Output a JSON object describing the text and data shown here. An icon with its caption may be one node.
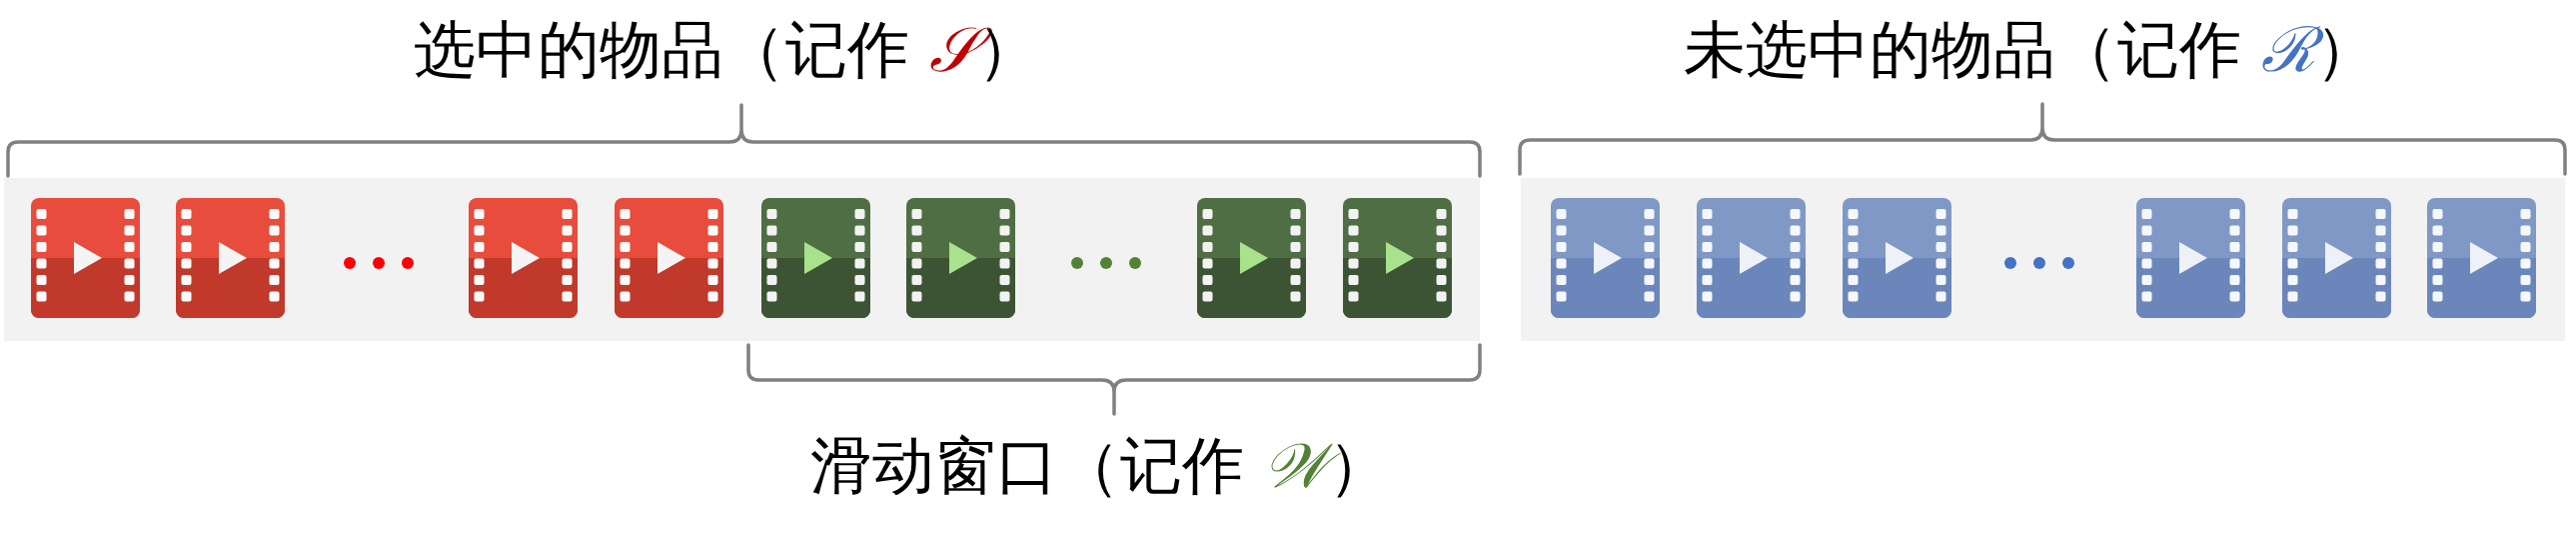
{
  "diagram": {
    "labels": [
      "选中的物品（记作 *𝒮*）",
      "未选中的物品（记作 *ℛ*）",
      "滑动窗口（记作 *𝒲*）"
    ]
  }
}
